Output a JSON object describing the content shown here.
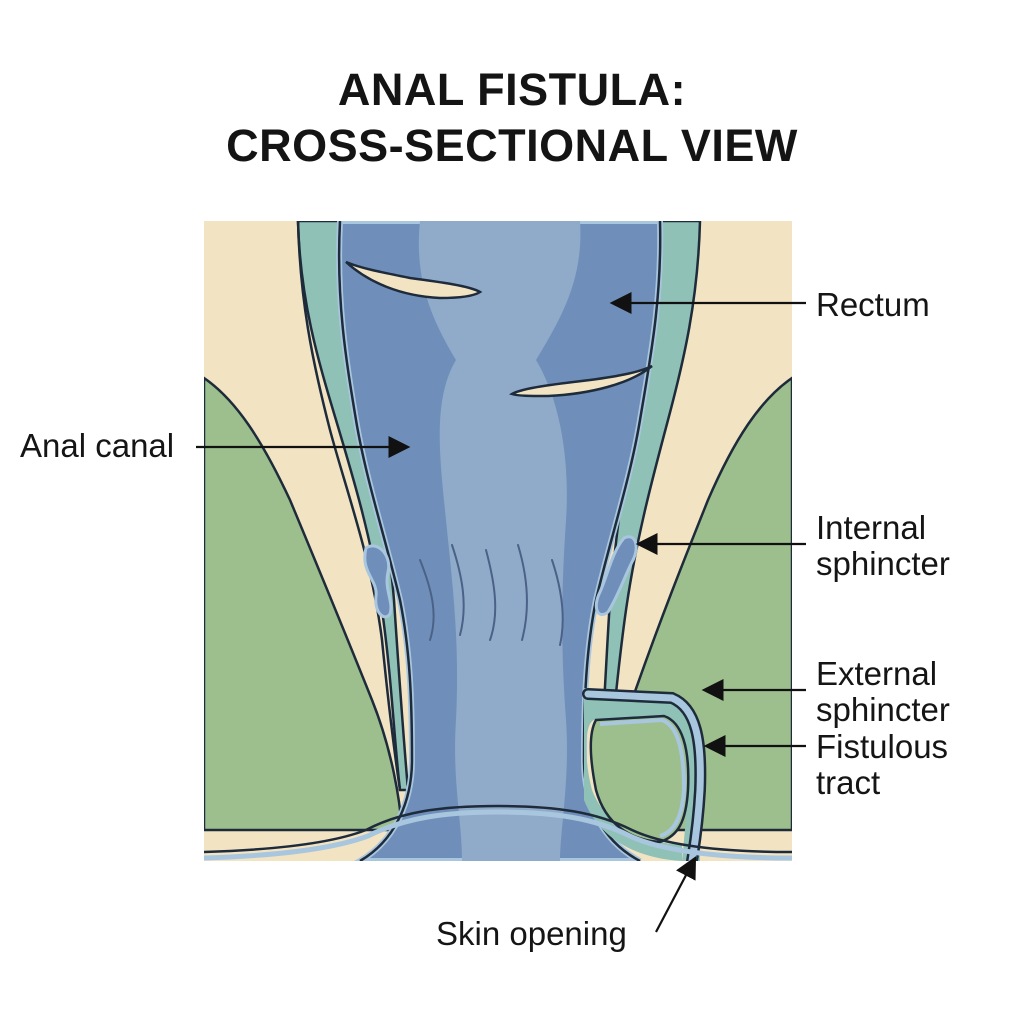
{
  "title": {
    "line1": "ANAL FISTULA:",
    "line2": "CROSS-SECTIONAL VIEW"
  },
  "labels": {
    "rectum": "Rectum",
    "anal_canal": "Anal canal",
    "internal_sphincter": [
      "Internal",
      "sphincter"
    ],
    "external_sphincter": [
      "External",
      "sphincter"
    ],
    "fistulous_tract": [
      "Fistulous",
      "tract"
    ],
    "skin_opening": "Skin opening"
  },
  "colors": {
    "skin": "#f2e3c3",
    "external_sphincter": "#9dbf8e",
    "internal_sphincter": "#8fc1b6",
    "lumen_dark": "#6f8fba",
    "lumen_light": "#90abc9",
    "mucosa_line": "#a9c6df",
    "outline": "#1e2b3b",
    "arrow": "#111111"
  }
}
